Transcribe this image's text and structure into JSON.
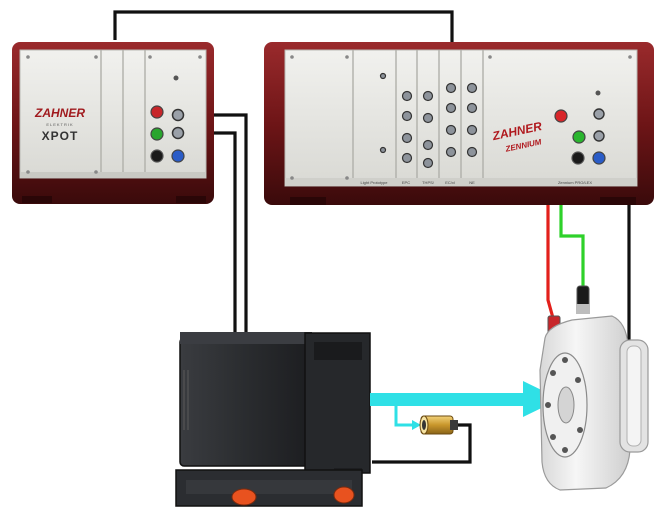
{
  "xpot": {
    "brand": "ZAHNER",
    "model": "XPOT",
    "tagline": "ELEKTRIK",
    "slot_label": "XPOT"
  },
  "zennium": {
    "brand": "ZAHNER",
    "model": "ZENNIUM",
    "slot_labels": [
      "Light Prototype",
      "EPC",
      "THPS/",
      "EC/xl",
      "NE",
      "Zennium PRO/LEX"
    ]
  },
  "colors": {
    "device_frame": "#7a1a1c",
    "panel": "#e7e7e3",
    "cable_black": "#111111",
    "cable_red": "#e3201b",
    "cable_green": "#2ed12a",
    "light_beam": "#2fe0e6",
    "light_source_body": "#2a2c2f",
    "knob": "#e8521f",
    "cell_body": "#ececec"
  },
  "icons": {
    "xpot_device": "potentiostat-icon",
    "zennium_device": "workstation-icon",
    "light_source": "lamp-housing-icon",
    "photodiode": "photodiode-sensor-icon",
    "cell": "electrochemical-cell-icon"
  }
}
